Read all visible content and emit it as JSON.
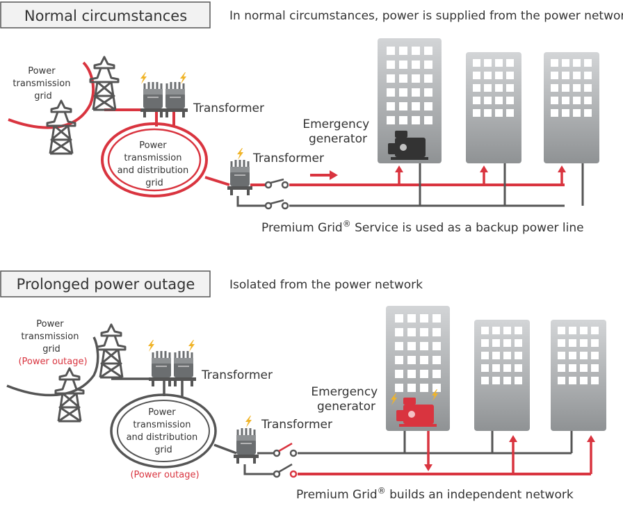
{
  "top": {
    "title": "Normal circumstances",
    "caption": "In normal circumstances, power is supplied from the power network",
    "power_grid_label": [
      "Power",
      "transmission",
      "grid"
    ],
    "transformer_label": "Transformer",
    "transformer2_label": "Transformer",
    "distribution_label": [
      "Power",
      "transmission",
      "and distribution",
      "grid"
    ],
    "generator_label": [
      "Emergency",
      "generator"
    ],
    "footer_prefix": "Premium Grid",
    "footer_reg": "®",
    "footer_suffix": " Service is used as a backup power line"
  },
  "bottom": {
    "title": "Prolonged power outage",
    "caption": "Isolated from the power network",
    "power_grid_label": [
      "Power",
      "transmission",
      "grid"
    ],
    "power_grid_status": "(Power outage)",
    "transformer_label": "Transformer",
    "transformer2_label": "Transformer",
    "distribution_label": [
      "Power",
      "transmission",
      "and distribution",
      "grid"
    ],
    "distribution_status": "(Power outage)",
    "generator_label": [
      "Emergency",
      "generator"
    ],
    "footer_prefix": "Premium Grid",
    "footer_reg": "®",
    "footer_suffix": " builds an independent network"
  },
  "colors": {
    "active_line": "#d9343f",
    "inactive_line": "#555555",
    "bolt": "#f0b429",
    "building_light": "#cfd1d3",
    "building_dark": "#8e9193",
    "window": "#ffffff"
  }
}
